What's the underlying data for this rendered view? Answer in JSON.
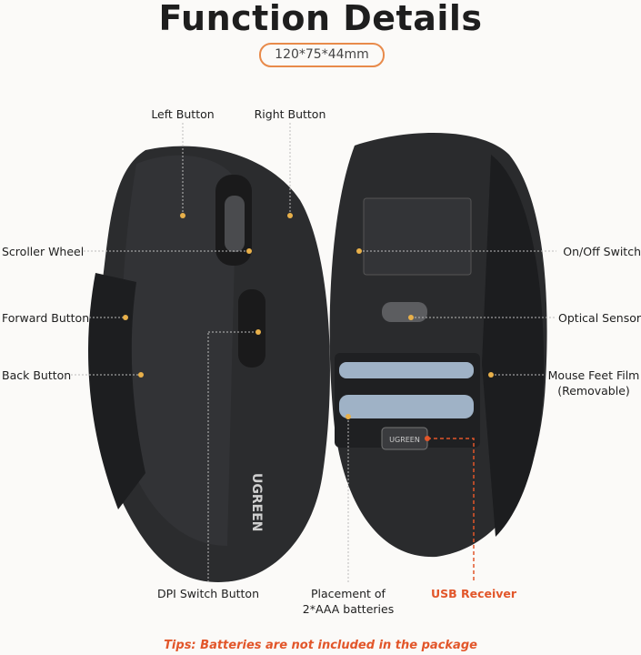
{
  "header": {
    "title": "Function Details",
    "dimensions": "120*75*44mm"
  },
  "labels": {
    "left_button": "Left Button",
    "right_button": "Right Button",
    "scroller_wheel": "Scroller Wheel",
    "forward_button": "Forward Button",
    "back_button": "Back Button",
    "dpi_switch": "DPI Switch Button",
    "on_off": "On/Off Switch",
    "optical_sensor": "Optical Sensor",
    "feet_film_1": "Mouse Feet Film",
    "feet_film_2": "(Removable)",
    "batteries_1": "Placement of",
    "batteries_2": "2*AAA batteries",
    "usb_receiver": "USB Receiver"
  },
  "brand_logo": "UGREEN",
  "tips": "Tips: Batteries are not included in the package",
  "colors": {
    "accent": "#e2562a",
    "dot": "#e8b04a",
    "mouse": "#2a2b2d"
  }
}
